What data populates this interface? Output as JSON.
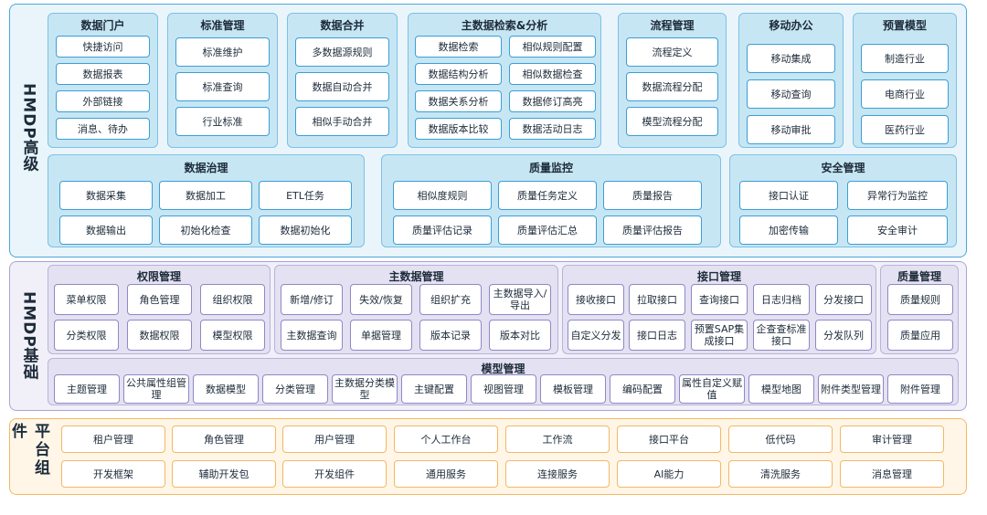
{
  "layers": {
    "advanced": {
      "title": "HMDP高级",
      "groups": {
        "portal": {
          "title": "数据门户",
          "items": [
            "快捷访问",
            "数据报表",
            "外部链接",
            "消息、待办"
          ]
        },
        "standard": {
          "title": "标准管理",
          "items": [
            "标准维护",
            "标准查询",
            "行业标准"
          ]
        },
        "merge": {
          "title": "数据合并",
          "items": [
            "多数据源规则",
            "数据自动合并",
            "相似手动合并"
          ]
        },
        "search": {
          "title": "主数据检索&分析",
          "items": [
            "数据检索",
            "相似规则配置",
            "数据结构分析",
            "相似数据检查",
            "数据关系分析",
            "数据修订高亮",
            "数据版本比较",
            "数据活动日志"
          ]
        },
        "workflow": {
          "title": "流程管理",
          "items": [
            "流程定义",
            "数据流程分配",
            "模型流程分配"
          ]
        },
        "mobile": {
          "title": "移动办公",
          "items": [
            "移动集成",
            "移动查询",
            "移动审批"
          ]
        },
        "preset": {
          "title": "预置模型",
          "items": [
            "制造行业",
            "电商行业",
            "医药行业"
          ]
        },
        "governance": {
          "title": "数据治理",
          "items": [
            "数据采集",
            "数据加工",
            "ETL任务",
            "数据输出",
            "初始化检查",
            "数据初始化"
          ]
        },
        "quality": {
          "title": "质量监控",
          "items": [
            "相似度规则",
            "质量任务定义",
            "质量报告",
            "质量评估记录",
            "质量评估汇总",
            "质量评估报告"
          ]
        },
        "security": {
          "title": "安全管理",
          "items": [
            "接口认证",
            "异常行为监控",
            "加密传输",
            "安全审计"
          ]
        }
      }
    },
    "basic": {
      "title": "HMDP基础",
      "groups": {
        "permission": {
          "title": "权限管理",
          "items": [
            "菜单权限",
            "角色管理",
            "组织权限",
            "分类权限",
            "数据权限",
            "模型权限"
          ]
        },
        "masterdata": {
          "title": "主数据管理",
          "items": [
            "新增/修订",
            "失效/恢复",
            "组织扩充",
            "主数据导入/导出",
            "主数据查询",
            "单据管理",
            "版本记录",
            "版本对比"
          ]
        },
        "interface": {
          "title": "接口管理",
          "items": [
            "接收接口",
            "拉取接口",
            "查询接口",
            "日志归档",
            "分发接口",
            "自定义分发",
            "接口日志",
            "预置SAP集成接口",
            "企查查标准接口",
            "分发队列"
          ]
        },
        "qualitymgmt": {
          "title": "质量管理",
          "items": [
            "质量规则",
            "质量应用"
          ]
        },
        "model": {
          "title": "模型管理",
          "items": [
            "主题管理",
            "公共属性组管理",
            "数据模型",
            "分类管理",
            "主数据分类模型",
            "主键配置",
            "视图管理",
            "模板管理",
            "编码配置",
            "属性自定义赋值",
            "模型地图",
            "附件类型管理",
            "附件管理"
          ]
        }
      }
    },
    "platform": {
      "title": "平台组件",
      "items": [
        "租户管理",
        "角色管理",
        "用户管理",
        "个人工作台",
        "工作流",
        "接口平台",
        "低代码",
        "审计管理",
        "开发框架",
        "辅助开发包",
        "开发组件",
        "通用服务",
        "连接服务",
        "AI能力",
        "清洗服务",
        "消息管理"
      ]
    }
  }
}
